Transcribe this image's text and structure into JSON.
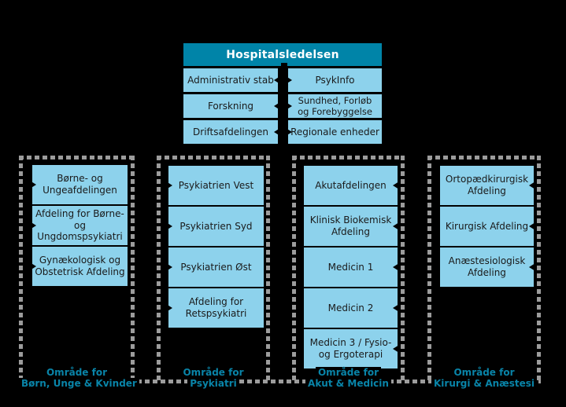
{
  "title": "Hospitalsledelsen",
  "colors": {
    "background": "#000000",
    "header_bg": "#0084A8",
    "header_text": "#FFFFFF",
    "box_bg": "#8DD2EC",
    "box_text": "#1A1A1A",
    "group_label_text": "#0984A8",
    "dashed_border": "#9C9C9C",
    "connector": "#000000"
  },
  "staff_left": [
    "Administrativ stab",
    "Forskning",
    "Driftsafdelingen"
  ],
  "staff_right": [
    "PsykInfo",
    "Sundhed, Forløb\nog Forebyggelse",
    "Regionale enheder"
  ],
  "groups": [
    {
      "label_line1": "Område for",
      "label_line2": "Børn, Unge & Kvinder",
      "boxes": [
        "Børne- og\nUngeafdelingen",
        "Afdeling for Børne-\nog Ungdomspsykiatri",
        "Gynækologisk og\nObstetrisk Afdeling"
      ]
    },
    {
      "label_line1": "Område for",
      "label_line2": "Psykiatri",
      "boxes": [
        "Psykiatrien Vest",
        "Psykiatrien Syd",
        "Psykiatrien Øst",
        "Afdeling for\nRetspsykiatri"
      ]
    },
    {
      "label_line1": "Område for",
      "label_line2": "Akut & Medicin",
      "boxes": [
        "Akutafdelingen",
        "Klinisk Biokemisk\nAfdeling",
        "Medicin 1",
        "Medicin 2",
        "Medicin 3 / Fysio-\nog Ergoterapi"
      ]
    },
    {
      "label_line1": "Område for",
      "label_line2": "Kirurgi & Anæstesi",
      "boxes": [
        "Ortopædkirurgisk\nAfdeling",
        "Kirurgisk Afdeling",
        "Anæstesiologisk\nAfdeling"
      ]
    }
  ]
}
